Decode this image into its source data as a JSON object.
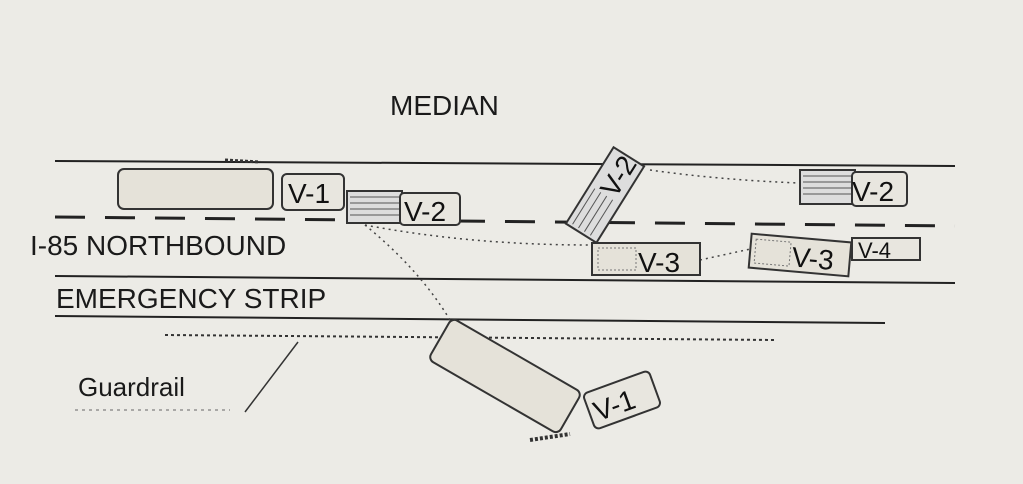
{
  "labels": {
    "median": "MEDIAN",
    "road": "I-85 NORTHBOUND",
    "emergency_strip": "EMERGENCY STRIP",
    "guardrail": "Guardrail"
  },
  "vehicles": {
    "v1_start": "V-1",
    "v2_start": "V-2",
    "v2_rotated": "V-2",
    "v2_final": "V-2",
    "v3_start": "V-3",
    "v3_final": "V-3",
    "v4": "V-4",
    "v1_final": "V-1"
  }
}
